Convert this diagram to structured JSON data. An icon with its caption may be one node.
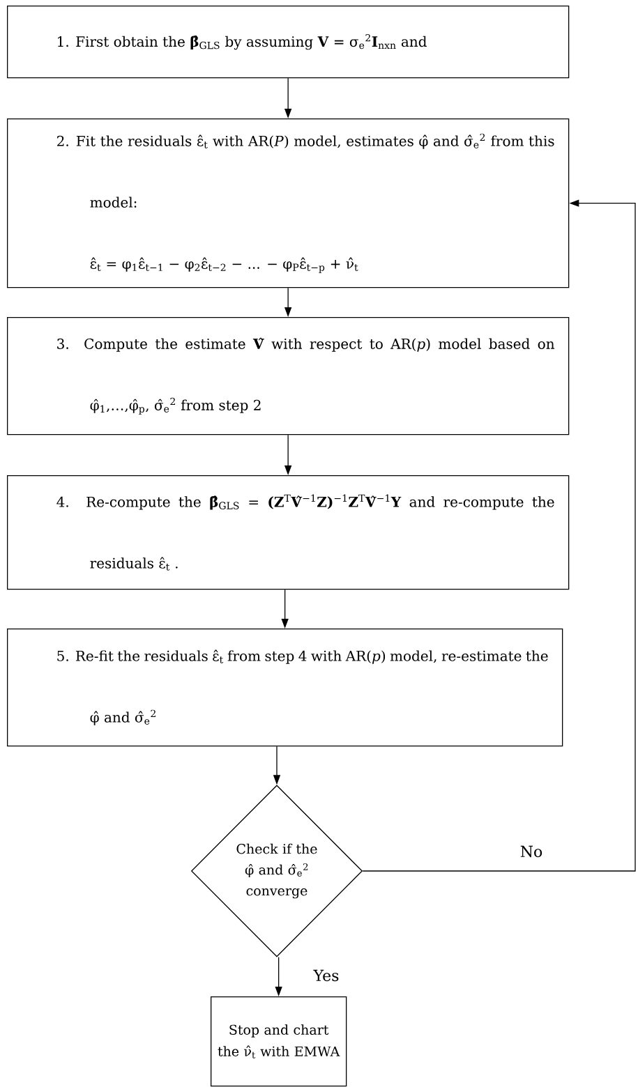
{
  "diagram": {
    "nodes": [
      {
        "text": [
          "1. First obtain the **β̂**$_{GLS}$ by assuming **V** = σ$_{e}$$^{2}$**I**$_{nxn}$ and"
        ]
      },
      {
        "text": [
          "2. Fit the residuals ε̂$_{t}$ with AR(*P*) model, estimates φ̂ and σ̂$_{e}$$^{2}$ from this model:",
          "ε̂$_{t}$ = φ$_{1}$ε̂$_{t−1}$ − φ$_{2}$ε̂$_{t−2}$ − ... − φ$_{P}$ε̂$_{t−p}$ + ν̂$_{t}$"
        ]
      },
      {
        "text": [
          "3. Compute the estimate **V**̂ with respect to AR(*p*) model based on φ̂$_{1}$,…,φ̂$_{p}$, σ̂$_{e}$$^{2}$ from step 2"
        ]
      },
      {
        "text": [
          "4. Re-compute the **β̂**$_{GLS}$ = **(Z**$^{T}$**V**̂$^{−1}$**Z)**$^{−1}$**Z**$^{T}$**V**̂$^{−1}$**Y** and re-compute the residuals ε̂$_{t}$ ."
        ]
      },
      {
        "text": [
          "5. Re-fit the residuals ε̂$_{t}$ from step 4 with AR(*p*) model, re-estimate the φ̂ and σ̂$_{e}$$^{2}$"
        ]
      },
      {
        "text": [
          "Check if the φ̂ and σ̂$_{e}$$^{2}$ converge"
        ]
      },
      {
        "text": [
          "Stop and chart the ν̂$_{t}$ with EMWA"
        ]
      }
    ],
    "edges": [
      {
        "from": 0,
        "to": 1,
        "arrow": "to"
      },
      {
        "from": 1,
        "to": 2,
        "arrow": "to"
      },
      {
        "from": 2,
        "to": 3,
        "arrow": "to"
      },
      {
        "from": 3,
        "to": 4,
        "arrow": "to"
      },
      {
        "from": 4,
        "to": 5,
        "arrow": "to"
      },
      {
        "from": 5,
        "to": 6,
        "arrow": "to",
        "label": "Yes"
      },
      {
        "from": 5,
        "to": 1,
        "arrow": "to",
        "label": "No"
      }
    ]
  }
}
